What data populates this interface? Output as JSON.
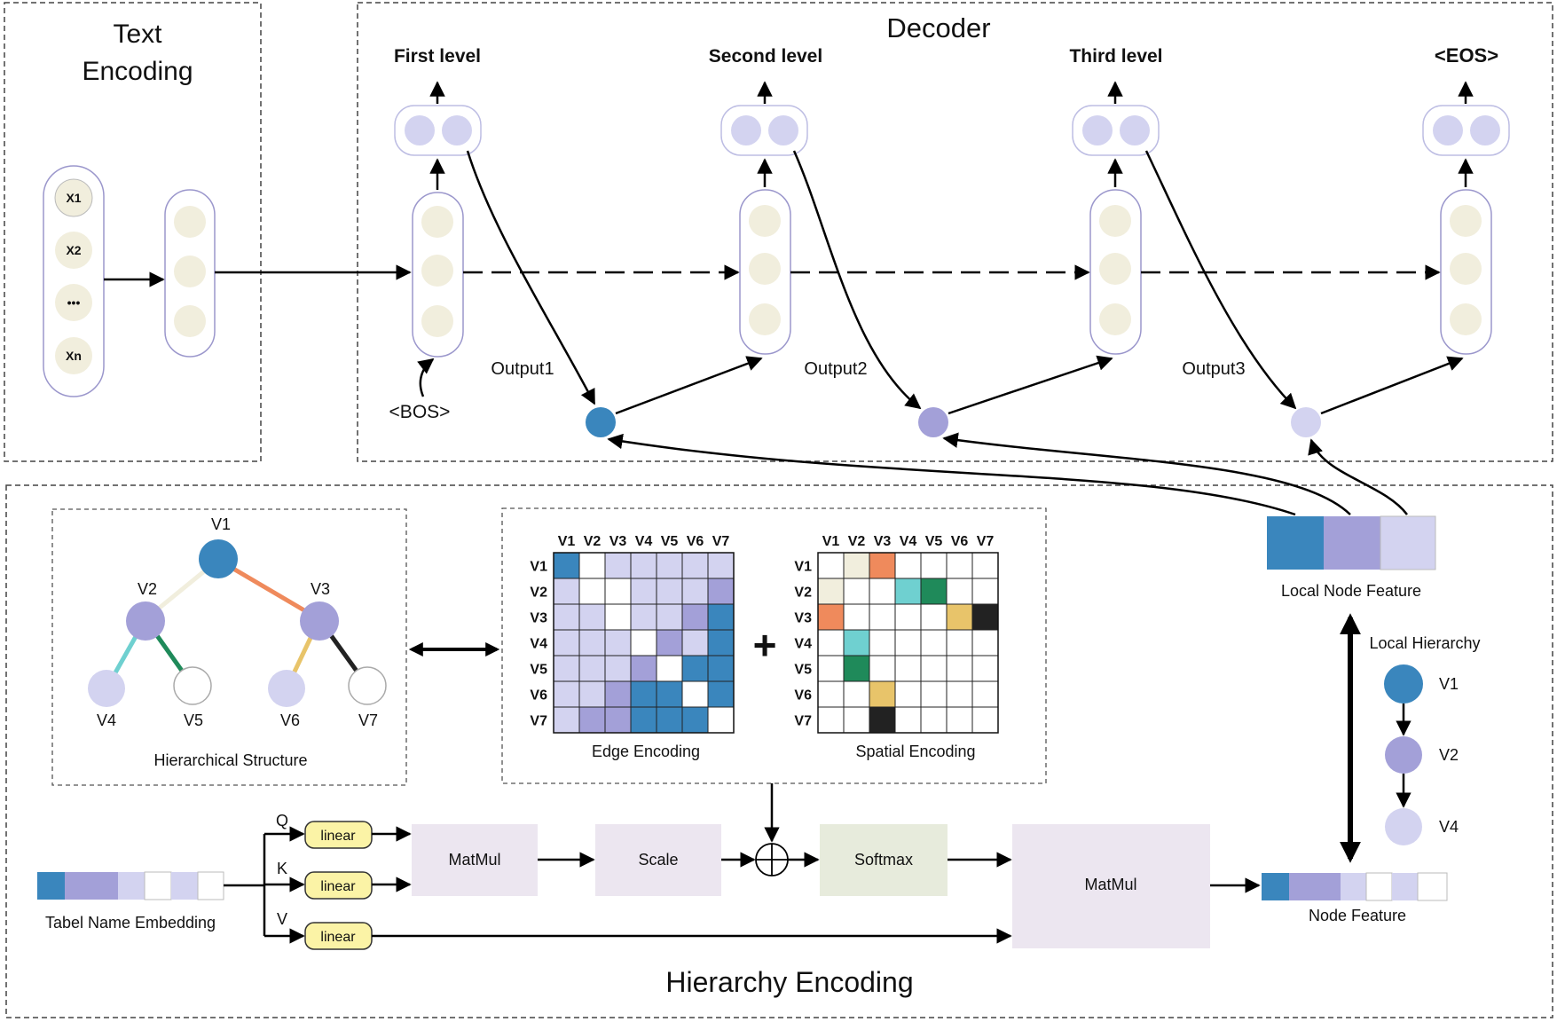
{
  "colors": {
    "dark_blue": "#3a86bd",
    "mid_purple": "#a3a0d8",
    "light_purple": "#d3d3f0",
    "cream": "#f1eedd",
    "light_green": "#e7ebdc",
    "op_purple": "#ece6f0",
    "linear_yellow": "#fbf3a6",
    "orange": "#ef8a5c",
    "cyan": "#6fd0d0",
    "green": "#1f8a5a",
    "gold": "#e8c46a",
    "black": "#222222",
    "beige": "#f1eedd"
  },
  "text_encoding": {
    "title_line1": "Text",
    "title_line2": "Encoding",
    "tokens": [
      "X1",
      "X2",
      "•••",
      "Xn"
    ]
  },
  "decoder": {
    "title": "Decoder",
    "levels": [
      "First level",
      "Second level",
      "Third level",
      "<EOS>"
    ],
    "bos": "<BOS>",
    "outputs": [
      "Output1",
      "Output2",
      "Output3"
    ]
  },
  "hierarchy": {
    "title": "Hierarchy Encoding",
    "structure_caption": "Hierarchical Structure",
    "nodes": [
      "V1",
      "V2",
      "V3",
      "V4",
      "V5",
      "V6",
      "V7"
    ],
    "edge_caption": "Edge Encoding",
    "spatial_caption": "Spatial Encoding",
    "plus": "+",
    "edge_matrix": [
      [
        3,
        0,
        2,
        2,
        2,
        2,
        2
      ],
      [
        2,
        0,
        0,
        2,
        2,
        2,
        1
      ],
      [
        2,
        2,
        0,
        2,
        2,
        1,
        3
      ],
      [
        2,
        2,
        2,
        0,
        1,
        2,
        3
      ],
      [
        2,
        2,
        2,
        1,
        0,
        3,
        3
      ],
      [
        2,
        2,
        1,
        3,
        3,
        0,
        3
      ],
      [
        2,
        1,
        1,
        3,
        3,
        3,
        0
      ]
    ],
    "spatial_matrix": [
      [
        "w",
        "beige",
        "orange",
        "w",
        "w",
        "w",
        "w"
      ],
      [
        "beige",
        "w",
        "w",
        "cyan",
        "green",
        "w",
        "w"
      ],
      [
        "orange",
        "w",
        "w",
        "w",
        "w",
        "gold",
        "black"
      ],
      [
        "w",
        "cyan",
        "w",
        "w",
        "w",
        "w",
        "w"
      ],
      [
        "w",
        "green",
        "w",
        "w",
        "w",
        "w",
        "w"
      ],
      [
        "w",
        "w",
        "gold",
        "w",
        "w",
        "w",
        "w"
      ],
      [
        "w",
        "w",
        "black",
        "w",
        "w",
        "w",
        "w"
      ]
    ],
    "local_node_feature": "Local Node Feature",
    "local_hierarchy": "Local Hierarchy",
    "local_nodes": [
      "V1",
      "V2",
      "V4"
    ],
    "embedding_label": "Tabel Name Embedding",
    "qkv": [
      "Q",
      "K",
      "V"
    ],
    "linear": "linear",
    "matmul": "MatMul",
    "scale": "Scale",
    "softmax": "Softmax",
    "node_feature": "Node Feature"
  }
}
